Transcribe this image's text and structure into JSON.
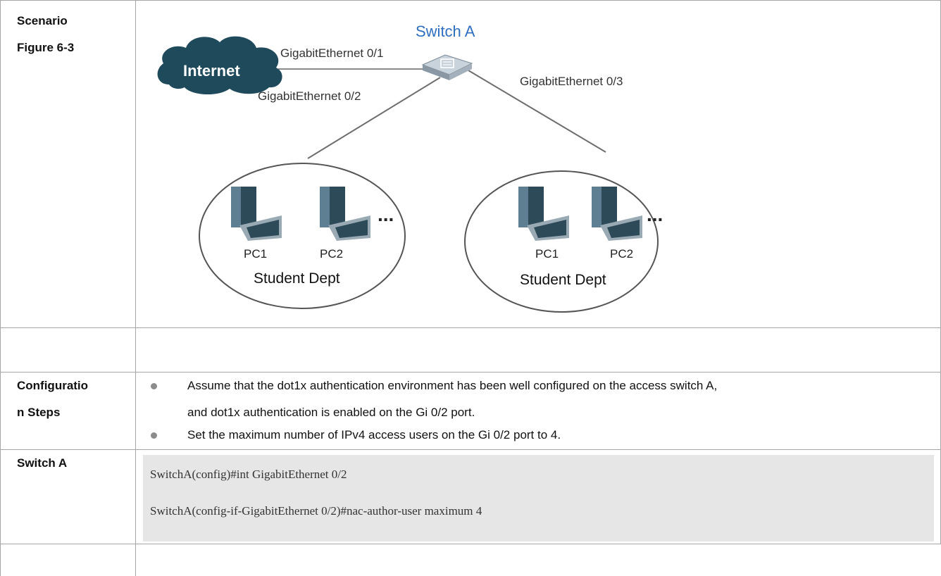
{
  "rows": {
    "scenario_label": "Scenario",
    "figure_label": "Figure 6-3",
    "config_label_line1": "Configuratio",
    "config_label_line2": "n Steps",
    "switch_label": "Switch A"
  },
  "diagram": {
    "switch_name": "Switch A",
    "cloud_label": "Internet",
    "port_0_1": "GigabitEthernet 0/1",
    "port_0_2": "GigabitEthernet 0/2",
    "port_0_3": "GigabitEthernet 0/3",
    "left_group": {
      "pc1": "PC1",
      "pc2": "PC2",
      "ellipsis": "...",
      "dept": "Student Dept"
    },
    "right_group": {
      "pc1": "PC1",
      "pc2": "PC2",
      "ellipsis": "...",
      "dept": "Student Dept"
    }
  },
  "steps": {
    "bullet1_line1": "Assume that the dot1x authentication environment has been well configured on the access switch A,",
    "bullet1_line2": "and dot1x authentication is enabled on the Gi 0/2 port.",
    "bullet2": "Set the maximum number of IPv4 access users on the Gi 0/2 port to 4."
  },
  "code": {
    "line1": "SwitchA(config)#int GigabitEthernet 0/2",
    "line2": "SwitchA(config-if-GigabitEthernet 0/2)#nac-author-user maximum 4"
  },
  "colors": {
    "switch_title": "#2f6fc0",
    "cloud": "#1f4a5c",
    "border": "#a6a6a6",
    "code_bg": "#e6e6e6"
  }
}
